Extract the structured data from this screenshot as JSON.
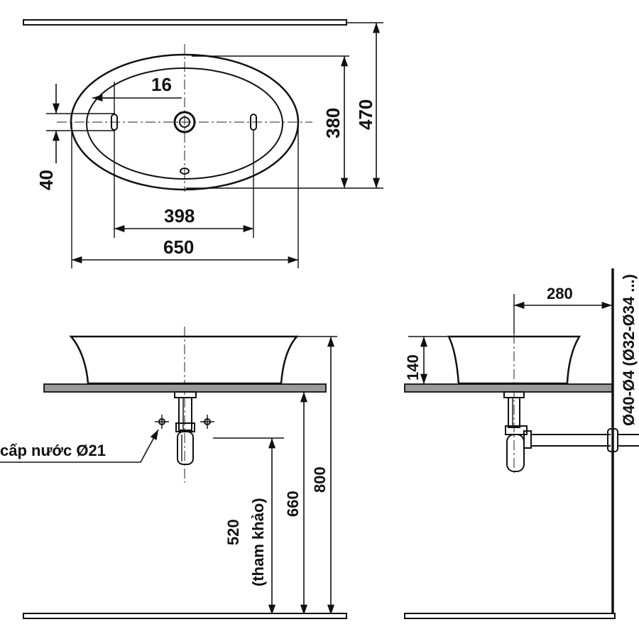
{
  "top_view": {
    "dim_16": "16",
    "dim_380": "380",
    "dim_470": "470",
    "dim_40": "40",
    "dim_398": "398",
    "dim_650": "650"
  },
  "front_view": {
    "water_supply_label": "cấp nước Ø21",
    "dim_520": "520",
    "dim_520_note": "(tham khảo)",
    "dim_660": "660",
    "dim_800": "800"
  },
  "side_view": {
    "dim_280": "280",
    "dim_140": "140",
    "vertical_label": "Ø40-Ø4 (Ø32-Ø34 ...)"
  }
}
